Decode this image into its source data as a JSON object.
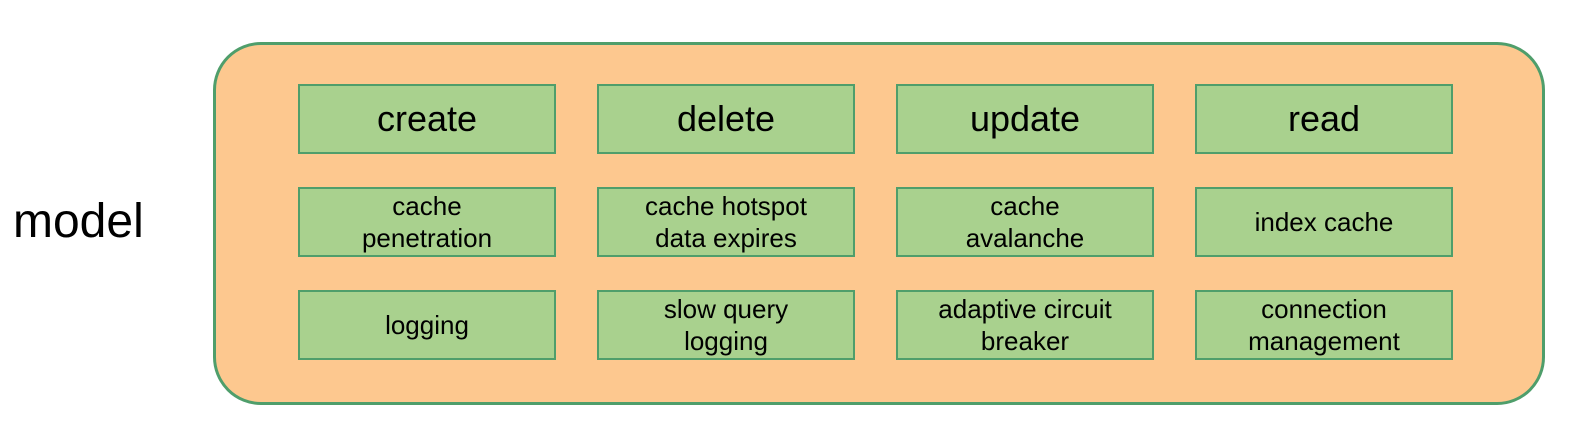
{
  "diagram": {
    "side_label": "model",
    "cells": [
      {
        "lines": [
          "create"
        ]
      },
      {
        "lines": [
          "delete"
        ]
      },
      {
        "lines": [
          "update"
        ]
      },
      {
        "lines": [
          "read"
        ]
      },
      {
        "lines": [
          "cache",
          "penetration"
        ]
      },
      {
        "lines": [
          "cache hotspot",
          "data expires"
        ]
      },
      {
        "lines": [
          "cache",
          "avalanche"
        ]
      },
      {
        "lines": [
          "index cache"
        ]
      },
      {
        "lines": [
          "logging"
        ]
      },
      {
        "lines": [
          "slow query",
          "logging"
        ]
      },
      {
        "lines": [
          "adaptive circuit",
          "breaker"
        ]
      },
      {
        "lines": [
          "connection",
          "management"
        ]
      }
    ]
  },
  "colors": {
    "background": "#ffffff",
    "panel_fill": "#fdc88f",
    "panel_border": "#4f9e6b",
    "box_fill": "#a9d18e",
    "box_border": "#4f9e6b",
    "text": "#000000"
  }
}
